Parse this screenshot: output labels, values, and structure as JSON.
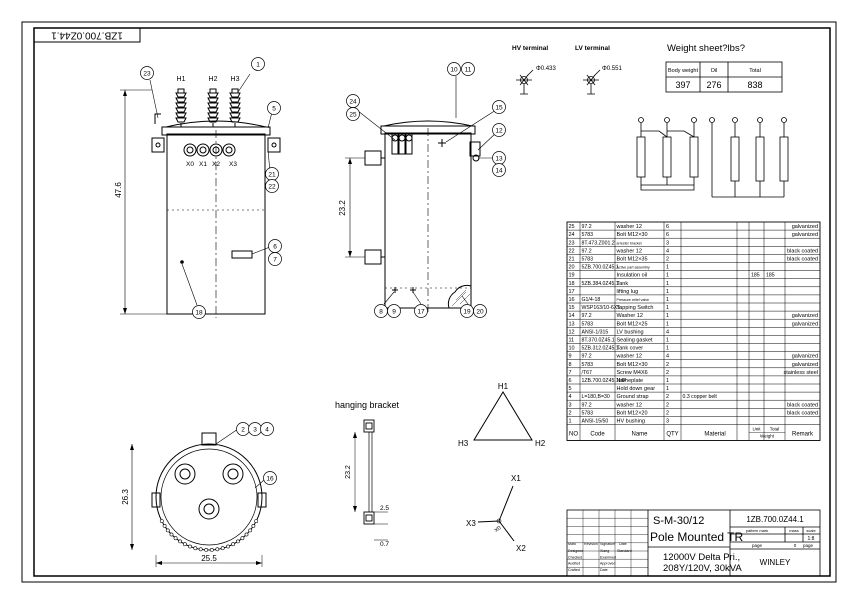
{
  "doc_number_rotated": "1ZB.700.0Z44.1",
  "hv_terminal": {
    "label": "HV terminal",
    "size": "Φ0.433"
  },
  "lv_terminal": {
    "label": "LV terminal",
    "size": "Φ0.551"
  },
  "weight": {
    "title": "Weight sheet?lbs?",
    "headers": [
      "Body weight",
      "Oil",
      "Total"
    ],
    "values": [
      "397",
      "276",
      "838"
    ]
  },
  "front_view": {
    "hv_labels": [
      "H1",
      "H2",
      "H3"
    ],
    "lv_labels": [
      "X0",
      "X1",
      "X2",
      "X3"
    ],
    "height_dim": "47.6",
    "balloons": [
      "1",
      "23",
      "5",
      "21",
      "22",
      "6",
      "7",
      "18"
    ]
  },
  "side_view": {
    "height_dim": "23.2",
    "balloons": [
      "10",
      "11",
      "24",
      "25",
      "15",
      "12",
      "13",
      "14",
      "8",
      "9",
      "17",
      "19",
      "20"
    ]
  },
  "top_view": {
    "dims": [
      "26.3",
      "25.5"
    ],
    "balloons": [
      "2",
      "3",
      "4",
      "16"
    ]
  },
  "hanging_bracket": {
    "title": "hanging bracket",
    "dims": [
      "23.2",
      "2.5",
      "0.7"
    ]
  },
  "delta": {
    "labels": [
      "H1",
      "H2",
      "H3"
    ]
  },
  "wye": {
    "labels": [
      "X1",
      "X2",
      "X3",
      "X0"
    ]
  },
  "bom": {
    "headers": {
      "no": "NO",
      "code": "Code",
      "name": "Name",
      "qty": "QTY",
      "material": "Material",
      "unit": "Unit",
      "total": "Total",
      "weight": "Weight",
      "remark": "Remark"
    },
    "rows": [
      {
        "no": "25",
        "code": "97.2",
        "name": "washer 12",
        "qty": "6",
        "material": "",
        "unit": "",
        "total": "",
        "remark": "galvanized"
      },
      {
        "no": "24",
        "code": "5783",
        "name": "Bolt M12×30",
        "qty": "6",
        "material": "",
        "unit": "",
        "total": "",
        "remark": "galvanized"
      },
      {
        "no": "23",
        "code": "8T.473.Z001.2",
        "name": "arrester bracket",
        "qty": "3",
        "material": "",
        "unit": "",
        "total": "",
        "remark": ""
      },
      {
        "no": "22",
        "code": "97.2",
        "name": "washer 12",
        "qty": "4",
        "material": "",
        "unit": "",
        "total": "",
        "remark": "black coated"
      },
      {
        "no": "21",
        "code": "5783",
        "name": "Bolt M12×35",
        "qty": "2",
        "material": "",
        "unit": "",
        "total": "",
        "remark": "black coated"
      },
      {
        "no": "20",
        "code": "5ZB.700.0Z45.1",
        "name": "Active part assembly",
        "qty": "1",
        "material": "",
        "unit": "",
        "total": "",
        "remark": ""
      },
      {
        "no": "19",
        "code": "",
        "name": "Insulation oil",
        "qty": "1",
        "material": "",
        "unit": "185",
        "total": "185",
        "remark": ""
      },
      {
        "no": "18",
        "code": "5ZB.384.0Z45.1",
        "name": "Tank",
        "qty": "1",
        "material": "",
        "unit": "",
        "total": "",
        "remark": ""
      },
      {
        "no": "17",
        "code": "",
        "name": "lifting lug",
        "qty": "1",
        "material": "",
        "unit": "",
        "total": "",
        "remark": ""
      },
      {
        "no": "16",
        "code": "G1/4-18",
        "name": "Pressure relief valve",
        "qty": "1",
        "material": "",
        "unit": "",
        "total": "",
        "remark": ""
      },
      {
        "no": "15",
        "code": "WSP163/10-6X5",
        "name": "Tapping Switch",
        "qty": "1",
        "material": "",
        "unit": "",
        "total": "",
        "remark": ""
      },
      {
        "no": "14",
        "code": "97.2",
        "name": "Washer 12",
        "qty": "1",
        "material": "",
        "unit": "",
        "total": "",
        "remark": "galvanized"
      },
      {
        "no": "13",
        "code": "5783",
        "name": "Bolt M12×25",
        "qty": "1",
        "material": "",
        "unit": "",
        "total": "",
        "remark": "galvanized"
      },
      {
        "no": "12",
        "code": "ANSI-1/315",
        "name": "LV bushing",
        "qty": "4",
        "material": "",
        "unit": "",
        "total": "",
        "remark": ""
      },
      {
        "no": "11",
        "code": "8T.370.0Z45.1",
        "name": "Sealing gasket",
        "qty": "1",
        "material": "",
        "unit": "",
        "total": "",
        "remark": ""
      },
      {
        "no": "10",
        "code": "5ZB.312.0Z45.1",
        "name": "Tank cover",
        "qty": "1",
        "material": "",
        "unit": "",
        "total": "",
        "remark": ""
      },
      {
        "no": "9",
        "code": "97.2",
        "name": "washer 12",
        "qty": "4",
        "material": "",
        "unit": "",
        "total": "",
        "remark": "galvanized"
      },
      {
        "no": "8",
        "code": "5783",
        "name": "Bolt M12×30",
        "qty": "2",
        "material": "",
        "unit": "",
        "total": "",
        "remark": "galvanized"
      },
      {
        "no": "7",
        "code": "/T67",
        "name": "Screw M4X6",
        "qty": "2",
        "material": "",
        "unit": "",
        "total": "",
        "remark": "stainless steel"
      },
      {
        "no": "6",
        "code": "1ZB.700.0Z45.1MP",
        "name": "Nameplate",
        "qty": "1",
        "material": "",
        "unit": "",
        "total": "",
        "remark": ""
      },
      {
        "no": "5",
        "code": "",
        "name": "Hold down gear",
        "qty": "1",
        "material": "",
        "unit": "",
        "total": "",
        "remark": ""
      },
      {
        "no": "4",
        "code": "L=180,B=30",
        "name": "Ground strap",
        "qty": "2",
        "material": "0.3 copper belt",
        "unit": "",
        "total": "",
        "remark": ""
      },
      {
        "no": "3",
        "code": "97.2",
        "name": "washer 12",
        "qty": "2",
        "material": "",
        "unit": "",
        "total": "",
        "remark": "black coated"
      },
      {
        "no": "2",
        "code": "5783",
        "name": "Bolt M12×20",
        "qty": "2",
        "material": "",
        "unit": "",
        "total": "",
        "remark": "black coated"
      },
      {
        "no": "1",
        "code": "ANSI-15/50",
        "name": "HV bushing",
        "qty": "3",
        "material": "",
        "unit": "",
        "total": "",
        "remark": ""
      }
    ]
  },
  "title_block": {
    "model": "S-M-30/12",
    "name": "Pole Mounted TR",
    "spec_line1": "12000V Delta Pri.,",
    "spec_line2": "208Y/120V, 30kVA",
    "drawing_no": "1ZB.700.0Z44.1",
    "company": "WINLEY",
    "header_cells": [
      "pattern mark",
      "mass",
      "scale"
    ],
    "scale": "1:8",
    "page": "page",
    "page_of": "0",
    "page_label": "page",
    "rev_headers": [
      "Mark",
      "Revision",
      "Signature",
      "Date"
    ],
    "roles": [
      [
        "Designed",
        "Xiang"
      ],
      [
        "Checked",
        "Examined"
      ],
      [
        "Audited",
        "Approved"
      ],
      [
        "Crafted",
        "Date"
      ]
    ],
    "role_extra": [
      "Standard"
    ]
  }
}
